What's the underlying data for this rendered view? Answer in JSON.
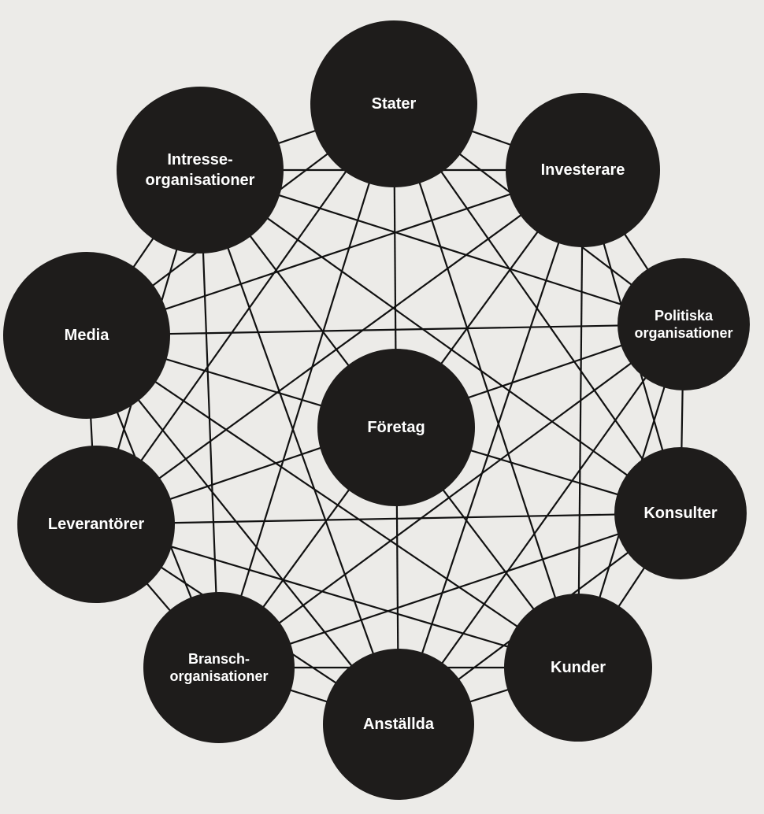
{
  "diagram": {
    "center": {
      "label": [
        "Företag"
      ]
    },
    "nodes": [
      {
        "id": "stater",
        "label": [
          "Stater"
        ]
      },
      {
        "id": "investerare",
        "label": [
          "Investerare"
        ]
      },
      {
        "id": "politiska",
        "label": [
          "Politiska",
          "organisationer"
        ]
      },
      {
        "id": "konsulter",
        "label": [
          "Konsulter"
        ]
      },
      {
        "id": "kunder",
        "label": [
          "Kunder"
        ]
      },
      {
        "id": "anstallda",
        "label": [
          "Anställda"
        ]
      },
      {
        "id": "bransch",
        "label": [
          "Bransch-",
          "organisationer"
        ]
      },
      {
        "id": "leverantorer",
        "label": [
          "Leverantörer"
        ]
      },
      {
        "id": "media",
        "label": [
          "Media"
        ]
      },
      {
        "id": "intresse",
        "label": [
          "Intresse-",
          "organisationer"
        ]
      }
    ],
    "connections": "every outer node is connected to every other outer node",
    "colors": {
      "node_fill": "#1e1c1b",
      "node_text": "#ffffff",
      "line": "#111111",
      "background": "#ecebe8"
    }
  }
}
